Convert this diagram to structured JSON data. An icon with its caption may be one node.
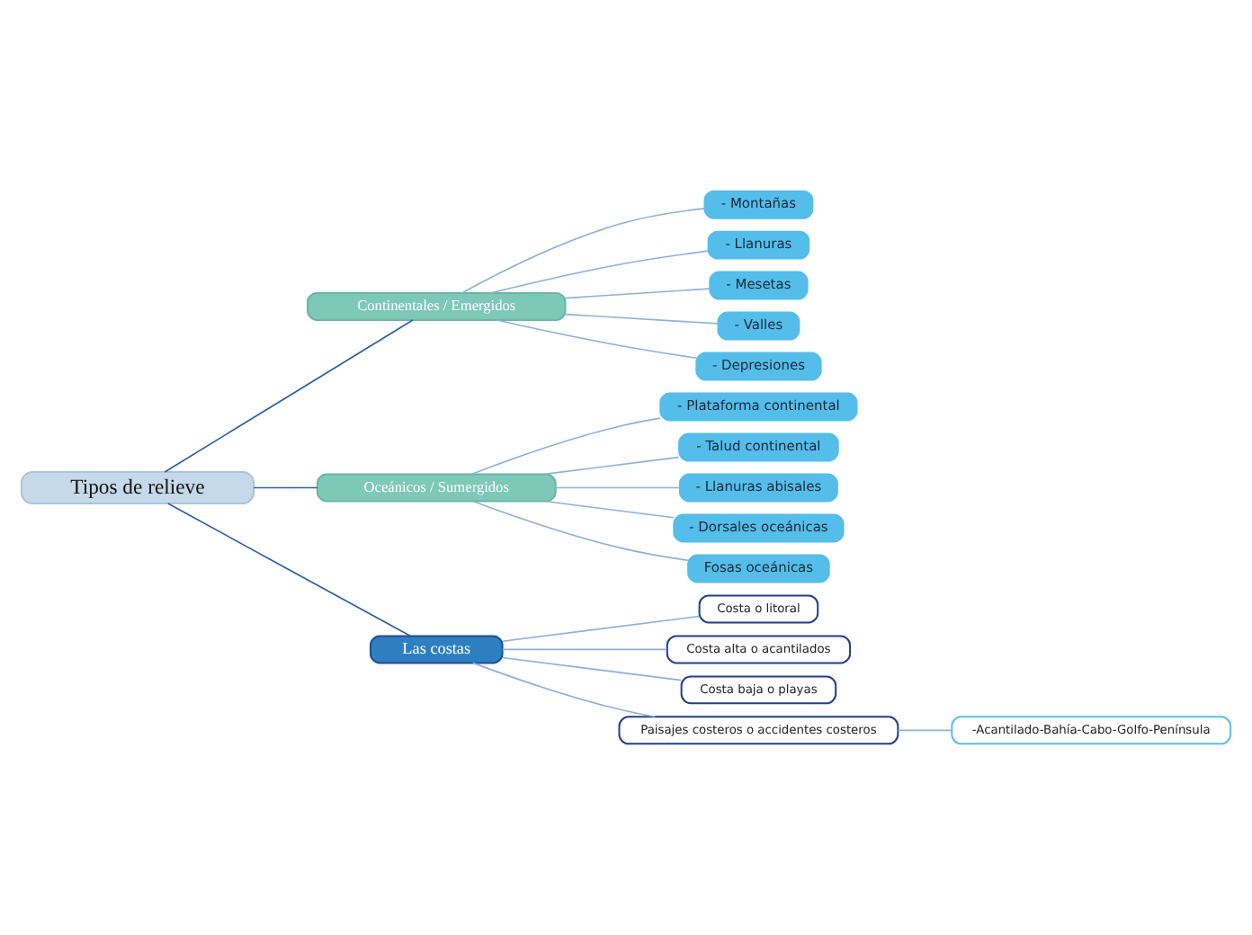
{
  "diagram": {
    "nodes": [
      {
        "text": [
          "Tipos de relieve"
        ]
      },
      {
        "text": [
          "Continentales / Emergidos"
        ]
      },
      {
        "text": [
          "- Montañas"
        ]
      },
      {
        "text": [
          "- Llanuras"
        ]
      },
      {
        "text": [
          "- Mesetas"
        ]
      },
      {
        "text": [
          "- Valles"
        ]
      },
      {
        "text": [
          "- Depresiones"
        ]
      },
      {
        "text": [
          "Oceánicos / Sumergidos"
        ]
      },
      {
        "text": [
          "- Plataforma continental"
        ]
      },
      {
        "text": [
          "- Talud continental"
        ]
      },
      {
        "text": [
          "- Llanuras abisales"
        ]
      },
      {
        "text": [
          "- Dorsales oceánicas"
        ]
      },
      {
        "text": [
          "Fosas oceánicas"
        ]
      },
      {
        "text": [
          "Las costas"
        ]
      },
      {
        "text": [
          "Costa o litoral"
        ]
      },
      {
        "text": [
          "Costa alta o acantilados"
        ]
      },
      {
        "text": [
          "Costa baja o playas"
        ]
      },
      {
        "text": [
          "Paisajes costeros o accidentes costeros"
        ]
      },
      {
        "text": [
          "-Acantilado-Bahía-Cabo-Golfo-Península"
        ]
      }
    ],
    "edges": [
      {
        "from": 0,
        "to": 1,
        "arrow": "none",
        "color": "#2d5f9e"
      },
      {
        "from": 1,
        "to": 2,
        "arrow": "none"
      },
      {
        "from": 1,
        "to": 3,
        "arrow": "none"
      },
      {
        "from": 1,
        "to": 4,
        "arrow": "none"
      },
      {
        "from": 1,
        "to": 5,
        "arrow": "none"
      },
      {
        "from": 1,
        "to": 6,
        "arrow": "none"
      },
      {
        "from": 0,
        "to": 7,
        "arrow": "none",
        "color": "#2d5f9e"
      },
      {
        "from": 7,
        "to": 8,
        "arrow": "none"
      },
      {
        "from": 7,
        "to": 9,
        "arrow": "none"
      },
      {
        "from": 7,
        "to": 10,
        "arrow": "none"
      },
      {
        "from": 7,
        "to": 11,
        "arrow": "none"
      },
      {
        "from": 7,
        "to": 12,
        "arrow": "none"
      },
      {
        "from": 0,
        "to": 13,
        "arrow": "none",
        "color": "#2d5f9e"
      },
      {
        "from": 13,
        "to": 14,
        "arrow": "none"
      },
      {
        "from": 13,
        "to": 15,
        "arrow": "none"
      },
      {
        "from": 13,
        "to": 16,
        "arrow": "none"
      },
      {
        "from": 13,
        "to": 17,
        "arrow": "none"
      },
      {
        "from": 17,
        "to": 18,
        "arrow": "none"
      }
    ]
  }
}
